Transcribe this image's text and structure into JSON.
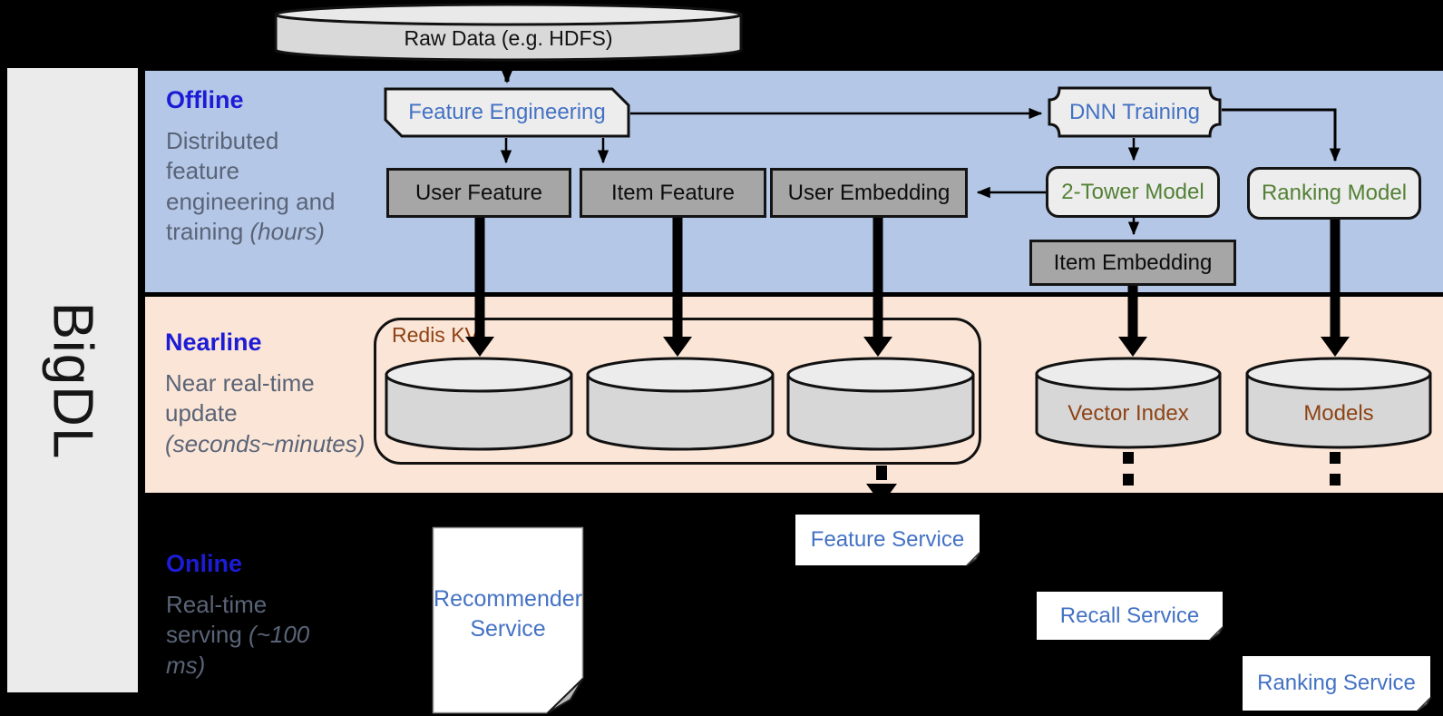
{
  "brand": "BigDL",
  "raw_data_label": "Raw Data (e.g. HDFS)",
  "sections": {
    "offline": {
      "title": "Offline",
      "desc": "Distributed feature engineering and training ",
      "desc_italic": "(hours)"
    },
    "nearline": {
      "title": "Nearline",
      "desc": "Near real-time update ",
      "desc_italic": "(seconds~minutes)"
    },
    "online": {
      "title": "Online",
      "desc": "Real-time serving ",
      "desc_italic": "(~100 ms)"
    }
  },
  "nodes": {
    "feature_engineering": "Feature Engineering",
    "user_feature": "User Feature",
    "item_feature": "Item Feature",
    "user_embedding": "User Embedding",
    "dnn_training": "DNN Training",
    "two_tower_model": "2-Tower Model",
    "ranking_model": "Ranking Model",
    "item_embedding": "Item Embedding",
    "redis_kv": "Redis KV",
    "vector_index": "Vector Index",
    "models": "Models",
    "recommender_service": "Recommender Service",
    "feature_service": "Feature Service",
    "recall_service": "Recall Service",
    "ranking_service": "Ranking Service"
  },
  "colors": {
    "offline_band": "#b4c7e7",
    "nearline_band": "#fbe5d6",
    "online_background": "#000000",
    "section_title_blue": "#1c1cd6",
    "section_desc_gray": "#5a6477",
    "node_blue_text": "#4472c4",
    "node_green_text": "#538135",
    "store_brown_text": "#8e4315",
    "dark_node_fill": "#a6a6a6",
    "light_node_fill": "#ededed",
    "cylinder_fill": "#d7d7d7"
  }
}
